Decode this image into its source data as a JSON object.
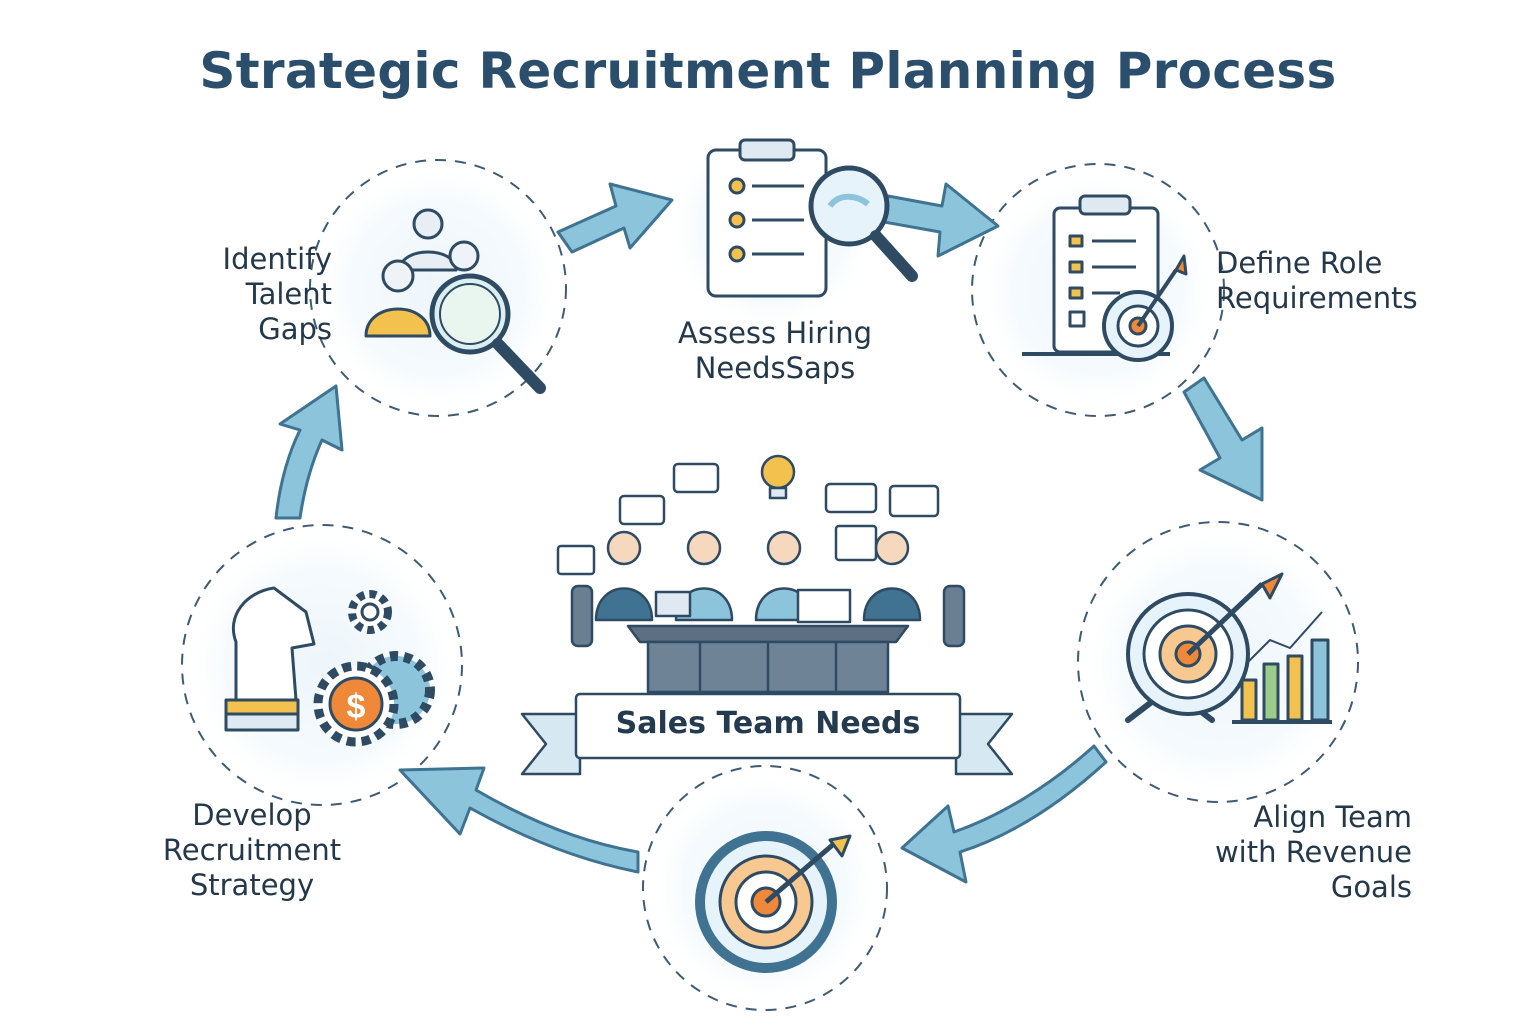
{
  "title": "Strategic Recruitment Planning Process",
  "steps": [
    {
      "name": "identify",
      "lines": [
        "Identify",
        "Talent",
        "Gaps"
      ],
      "icon": "team-magnifier-icon"
    },
    {
      "name": "assess",
      "lines": [
        "Assess Hiring",
        "NeedsSaps"
      ],
      "icon": "clipboard-magnifier-icon"
    },
    {
      "name": "define",
      "lines": [
        "Define Role",
        "Requirements"
      ],
      "icon": "clipboard-target-icon"
    },
    {
      "name": "align",
      "lines": [
        "Align Team",
        "with Revenue",
        "Goals"
      ],
      "icon": "target-growth-chart-icon"
    },
    {
      "name": "target",
      "lines": [],
      "icon": "bullseye-arrow-icon"
    },
    {
      "name": "develop",
      "lines": [
        "Develop",
        "Recruitment",
        "Strategy"
      ],
      "icon": "chess-knight-gears-icon"
    }
  ],
  "center": {
    "banner": "Sales Team Needs",
    "icon": "team-meeting-icon"
  },
  "colors": {
    "title": "#2a4e6b",
    "arrow": "#8cc4dc",
    "arrow_stroke": "#3f7391",
    "accent_orange": "#f0883a",
    "accent_gold": "#f2c14e",
    "navy": "#2f4b63"
  }
}
